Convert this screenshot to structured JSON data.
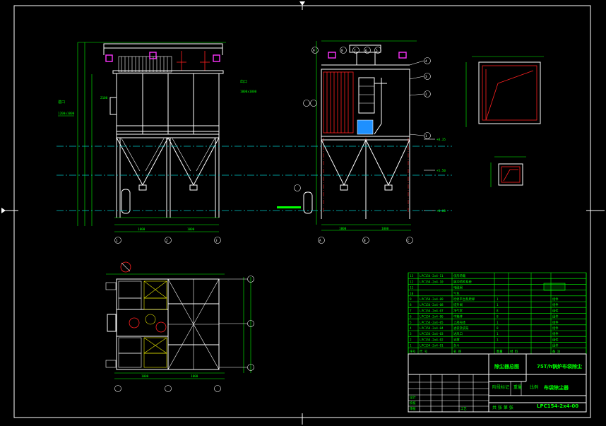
{
  "parts_table": {
    "rows": [
      {
        "no": "13",
        "code": "LPC154-2x4-11",
        "name": "伐形荷载",
        "qty": "",
        "mat": "",
        "note": ""
      },
      {
        "no": "12",
        "code": "LPC154-2x4-10",
        "name": "脉冲喷吹系统",
        "qty": "",
        "mat": "",
        "note": ""
      },
      {
        "no": "11",
        "code": "",
        "name": "电磁阀",
        "qty": "",
        "mat": "",
        "note": ""
      },
      {
        "no": "10",
        "code": "",
        "name": "气包",
        "qty": "",
        "mat": "",
        "note": ""
      },
      {
        "no": "9",
        "code": "LPC154-2x4-09",
        "name": "检修平台及爬梯",
        "qty": "1",
        "mat": "",
        "note": "组件"
      },
      {
        "no": "8",
        "code": "LPC154-2x4-08",
        "name": "提升阀",
        "qty": "1",
        "mat": "",
        "note": "组件"
      },
      {
        "no": "7",
        "code": "LPC154-2x4-07",
        "name": "净气室",
        "qty": "8",
        "mat": "",
        "note": "组件"
      },
      {
        "no": "6",
        "code": "LPC154-2x4-06",
        "name": "中箱体",
        "qty": "8",
        "mat": "",
        "note": "组件"
      },
      {
        "no": "5",
        "code": "LPC154-2x4-05",
        "name": "上部壳体",
        "qty": "1",
        "mat": "",
        "note": "组件"
      },
      {
        "no": "4",
        "code": "LPC154-2x4-04",
        "name": "滤袋及袋笼",
        "qty": "8",
        "mat": "",
        "note": "组件"
      },
      {
        "no": "3",
        "code": "LPC154-2x4-03",
        "name": "进风口",
        "qty": "1",
        "mat": "",
        "note": "组件"
      },
      {
        "no": "2",
        "code": "LPC154-2x4-02",
        "name": "支撑",
        "qty": "1",
        "mat": "",
        "note": "组件"
      },
      {
        "no": "1",
        "code": "LPC154-2x4-01",
        "name": "灰斗",
        "qty": "",
        "mat": "",
        "note": "组件"
      }
    ],
    "header": {
      "no": "序号",
      "code": "代 号",
      "name": "名 称",
      "qty": "数量",
      "mat": "材 料",
      "note": "备 注"
    }
  },
  "title_block": {
    "project": "75T/h锅炉布袋除尘",
    "drawing_name": "布袋除尘器",
    "drawing_no": "LPC154-2x4-00",
    "assembly": "除尘器总图",
    "row_labels": [
      "设计",
      "校核",
      "审核",
      "工艺"
    ],
    "stage_labels": [
      "阶段标记",
      "重量",
      "比例"
    ],
    "sheet": "共 张 第 张"
  }
}
